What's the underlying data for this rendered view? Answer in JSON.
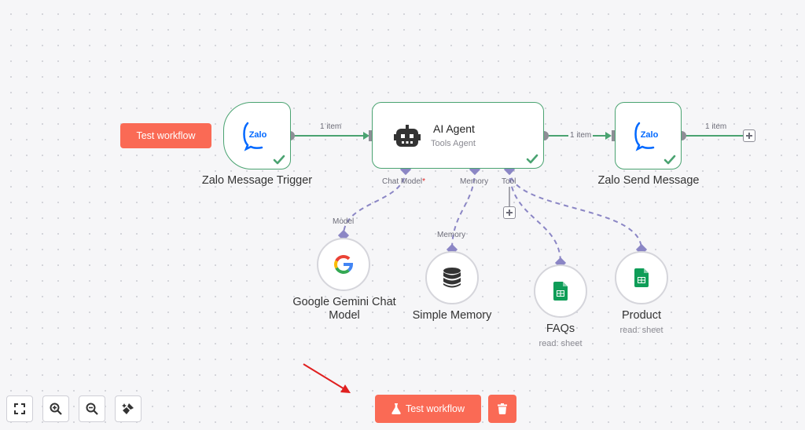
{
  "canvas": {
    "top_test_button": "Test workflow",
    "nodes": {
      "trigger": {
        "name": "Zalo Message Trigger",
        "logo": "Zalo"
      },
      "agent": {
        "name": "AI Agent",
        "subtitle": "Tools Agent"
      },
      "send": {
        "name": "Zalo Send Message",
        "logo": "Zalo"
      },
      "gemini": {
        "name_line1": "Google Gemini Chat",
        "name_line2": "Model",
        "input_label": "Model"
      },
      "memory": {
        "name": "Simple Memory",
        "input_label": "Memory"
      },
      "faqs": {
        "name": "FAQs",
        "subtitle": "read: sheet"
      },
      "product": {
        "name": "Product",
        "subtitle": "read: sheet"
      }
    },
    "connections": {
      "trigger_to_agent": "1 item",
      "agent_to_send": "1 item",
      "send_output": "1 item"
    },
    "agent_ports": {
      "chat_model": "Chat Model",
      "chat_model_required": "*",
      "memory": "Memory",
      "tool": "Tool"
    }
  },
  "bottom_bar": {
    "test_button": "Test workflow",
    "delete_icon": "trash-icon"
  },
  "zoom_controls": [
    "fit-view-icon",
    "zoom-in-icon",
    "zoom-out-icon",
    "tidy-up-icon"
  ],
  "colors": {
    "accent": "#fa6a55",
    "node_border": "#4aa371",
    "connection": "#4aa371",
    "ai_port": "#8b86c5",
    "zalo_blue": "#0068ff"
  }
}
